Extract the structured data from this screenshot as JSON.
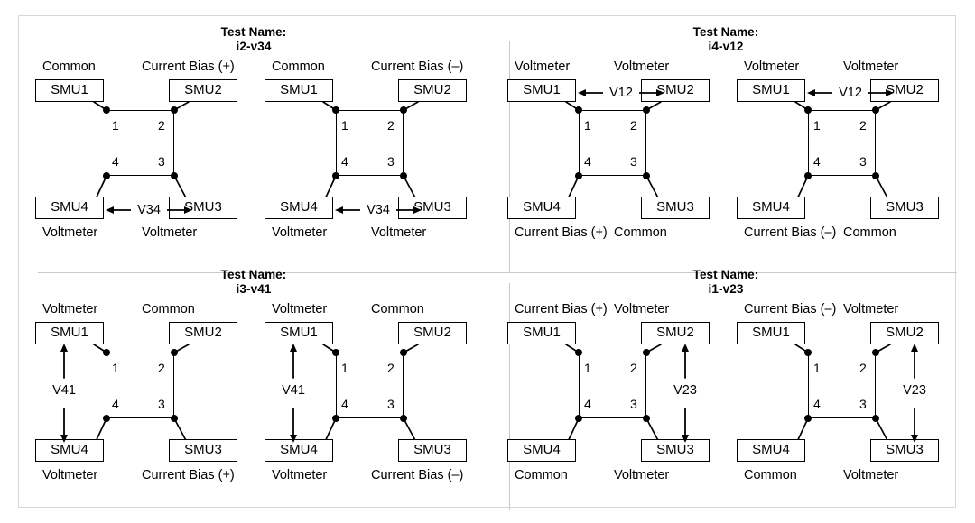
{
  "figure": {
    "title_label": "Test Name:",
    "node_numbers": [
      "1",
      "2",
      "4",
      "3"
    ],
    "smu_names": {
      "smu1": "SMU1",
      "smu2": "SMU2",
      "smu3": "SMU3",
      "smu4": "SMU4"
    },
    "colors": {
      "line": "#000000",
      "frame": "#d8d8d8",
      "divider": "#c9c9c9",
      "background": "#ffffff"
    }
  },
  "panels": [
    {
      "id": "i2-v34",
      "test_name": "i2-v34",
      "cells": [
        {
          "id": "i2-v34-pos",
          "roles": {
            "smu1": "Common",
            "smu2": "Current Bias (+)",
            "smu4": "Voltmeter",
            "smu3": "Voltmeter"
          },
          "measurement": {
            "label": "V34",
            "orientation": "horizontal",
            "position": "bottom"
          }
        },
        {
          "id": "i2-v34-neg",
          "roles": {
            "smu1": "Common",
            "smu2": "Current Bias (–)",
            "smu4": "Voltmeter",
            "smu3": "Voltmeter"
          },
          "measurement": {
            "label": "V34",
            "orientation": "horizontal",
            "position": "bottom"
          }
        }
      ]
    },
    {
      "id": "i4-v12",
      "test_name": "i4-v12",
      "cells": [
        {
          "id": "i4-v12-pos",
          "roles": {
            "smu1": "Voltmeter",
            "smu2": "Voltmeter",
            "smu4": "Current Bias (+)",
            "smu3": "Common"
          },
          "measurement": {
            "label": "V12",
            "orientation": "horizontal",
            "position": "top"
          }
        },
        {
          "id": "i4-v12-neg",
          "roles": {
            "smu1": "Voltmeter",
            "smu2": "Voltmeter",
            "smu4": "Current Bias (–)",
            "smu3": "Common"
          },
          "measurement": {
            "label": "V12",
            "orientation": "horizontal",
            "position": "top"
          }
        }
      ]
    },
    {
      "id": "i3-v41",
      "test_name": "i3-v41",
      "cells": [
        {
          "id": "i3-v41-pos",
          "roles": {
            "smu1": "Voltmeter",
            "smu2": "Common",
            "smu4": "Voltmeter",
            "smu3": "Current Bias (+)"
          },
          "measurement": {
            "label": "V41",
            "orientation": "vertical",
            "position": "left"
          }
        },
        {
          "id": "i3-v41-neg",
          "roles": {
            "smu1": "Voltmeter",
            "smu2": "Common",
            "smu4": "Voltmeter",
            "smu3": "Current Bias (–)"
          },
          "measurement": {
            "label": "V41",
            "orientation": "vertical",
            "position": "left"
          }
        }
      ]
    },
    {
      "id": "i1-v23",
      "test_name": "i1-v23",
      "cells": [
        {
          "id": "i1-v23-pos",
          "roles": {
            "smu1": "Current Bias (+)",
            "smu2": "Voltmeter",
            "smu4": "Common",
            "smu3": "Voltmeter"
          },
          "measurement": {
            "label": "V23",
            "orientation": "vertical",
            "position": "right"
          }
        },
        {
          "id": "i1-v23-neg",
          "roles": {
            "smu1": "Current Bias (–)",
            "smu2": "Voltmeter",
            "smu4": "Common",
            "smu3": "Voltmeter"
          },
          "measurement": {
            "label": "V23",
            "orientation": "vertical",
            "position": "right"
          }
        }
      ]
    }
  ]
}
